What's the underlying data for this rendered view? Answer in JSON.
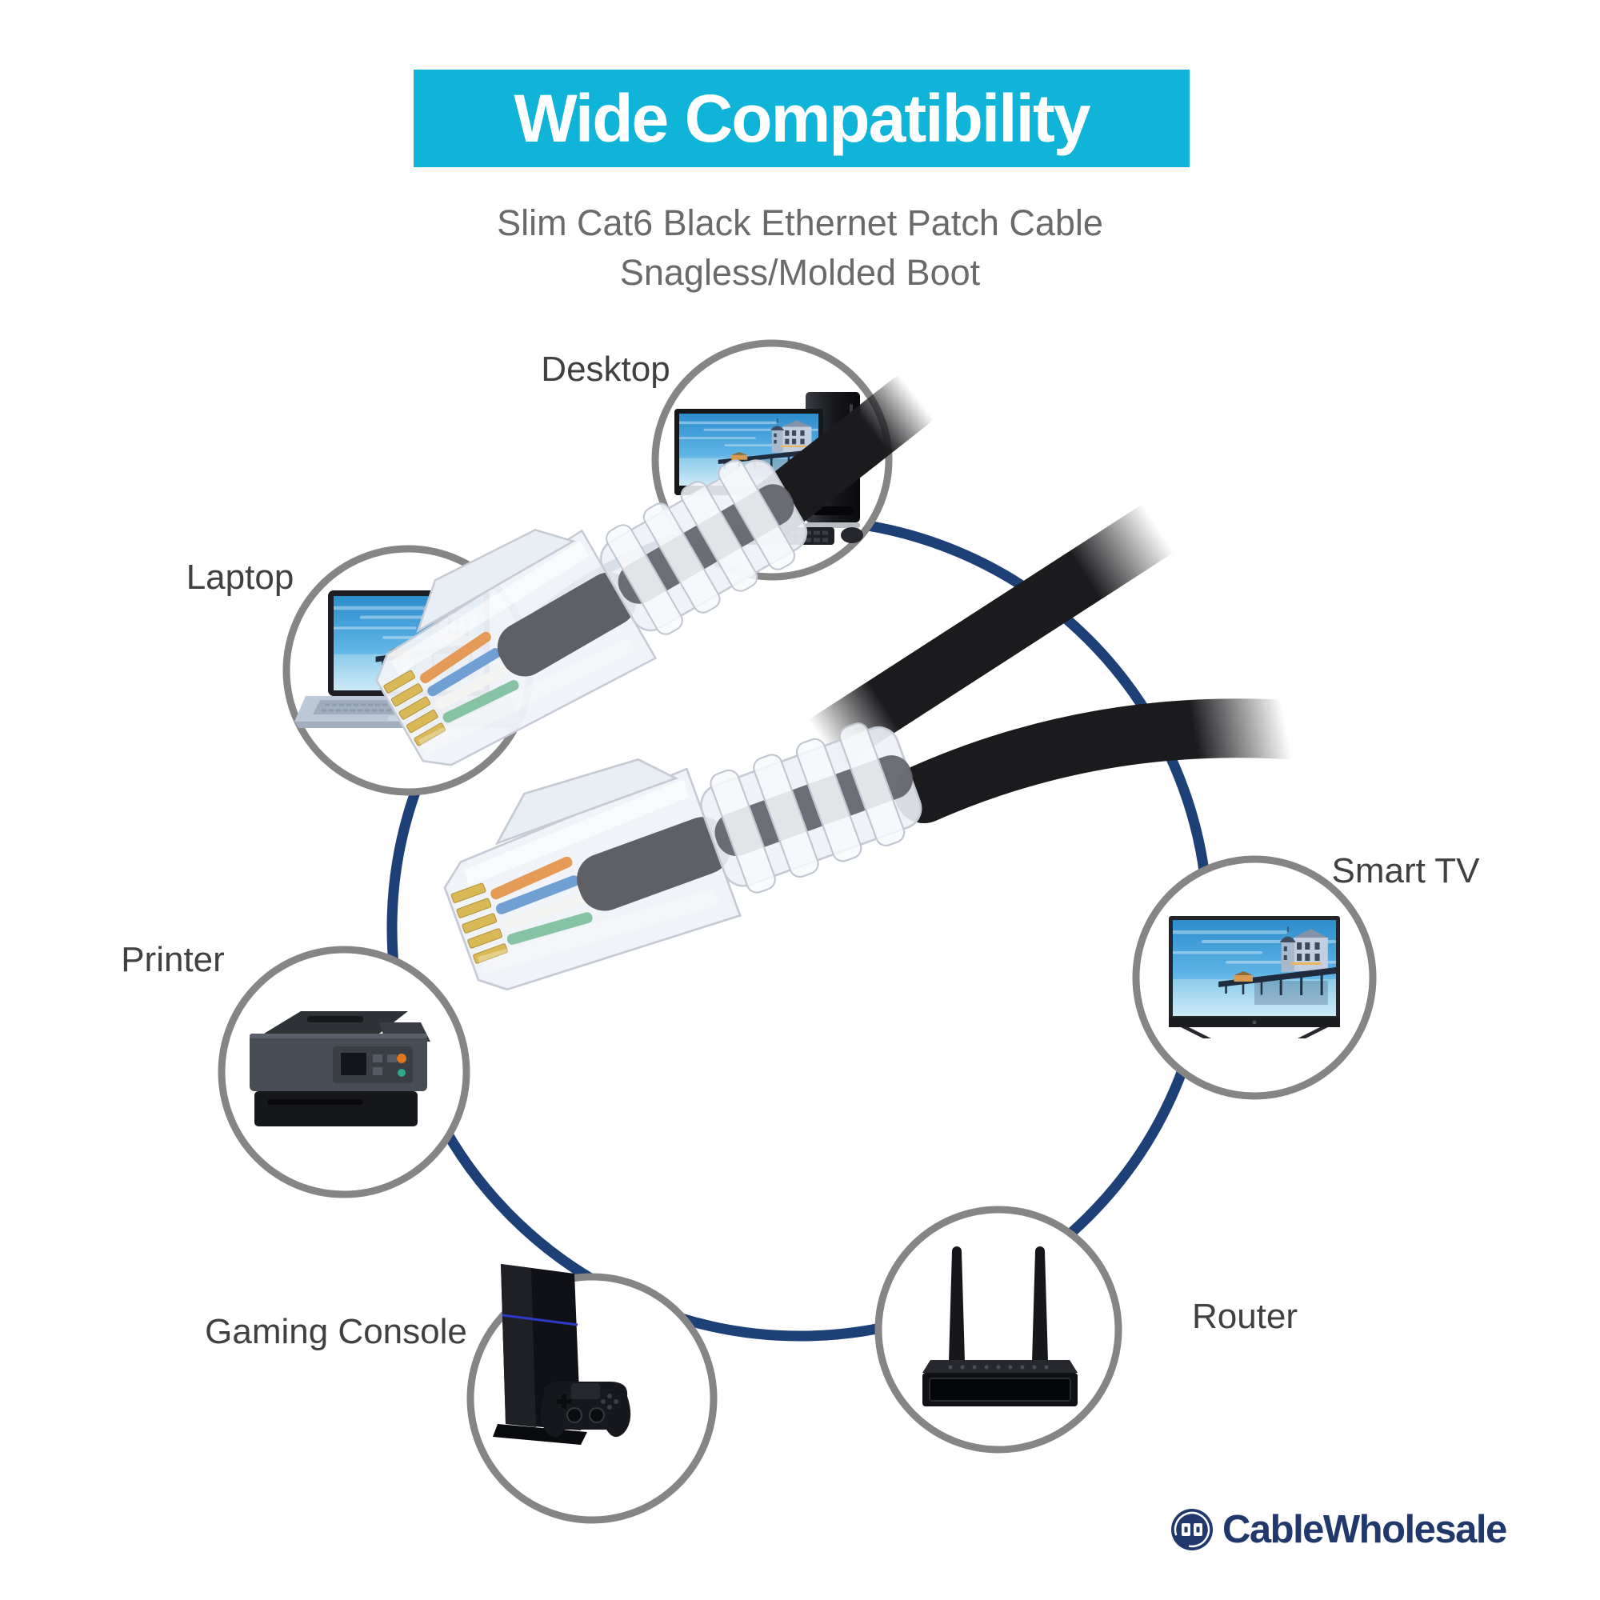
{
  "banner": {
    "title": "Wide Compatibility",
    "background_color": "#10b4d8",
    "text_color": "#ffffff"
  },
  "subtitle": {
    "line1": "Slim Cat6 Black Ethernet Patch Cable",
    "line2": "Snagless/Molded Boot"
  },
  "diagram": {
    "devices": [
      {
        "id": "desktop",
        "label": "Desktop",
        "icon": "desktop-computer-photo"
      },
      {
        "id": "laptop",
        "label": "Laptop",
        "icon": "laptop-photo"
      },
      {
        "id": "printer",
        "label": "Printer",
        "icon": "printer-photo"
      },
      {
        "id": "gaming-console",
        "label": "Gaming Console",
        "icon": "game-console-photo"
      },
      {
        "id": "router",
        "label": "Router",
        "icon": "wifi-router-photo"
      },
      {
        "id": "smart-tv",
        "label": "Smart TV",
        "icon": "smart-tv-photo"
      }
    ],
    "center_image": "black-slim-ethernet-cable-with-clear-rj45-connectors",
    "ring_color": "#1d4076",
    "circle_border_color": "#858585",
    "cable_color": "#1b1b1e",
    "label_color": "#404040"
  },
  "logo": {
    "brand": "CableWholesale",
    "color": "#20386b",
    "icon": "cablewholesale-plug-ring-icon"
  }
}
